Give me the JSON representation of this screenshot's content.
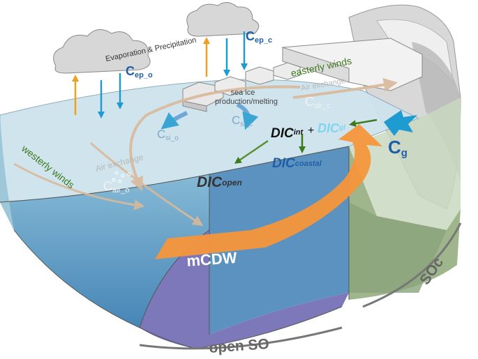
{
  "labels": {
    "evaporation_precipitation": "Evaporation & Precipitation",
    "cep_o_main": "C",
    "cep_o_sub": "ep_o",
    "cep_c_main": "C",
    "cep_c_sub": "ep_c",
    "easterly_winds": "easterly winds",
    "westerly_winds": "westerly winds",
    "air_exchange_coastal": "Air exchange",
    "air_exchange_open": "Air exchange",
    "cair_c_main": "C",
    "cair_c_sub": "air_c",
    "cair_o_main": "C",
    "cair_o_sub": "air_o",
    "sea_ice_line1": "sea ice",
    "sea_ice_line2": "production/melting",
    "csi_o_main": "C",
    "csi_o_sub": "si_o",
    "csi_c_main": "C",
    "csi_c_sub": "si_c",
    "dic_int_main": "DIC",
    "dic_int_sub": "int",
    "plus": "+",
    "dic_gl_main": "DIC",
    "dic_gl_sub": "gl",
    "dic_open_main": "DIC",
    "dic_open_sub": "open",
    "dic_coastal_main": "DIC",
    "dic_coastal_sub": "coastal",
    "cg_main": "C",
    "cg_sub": "g",
    "mcdw": "mCDW",
    "open_so": "open SO",
    "soc": "SOc"
  },
  "colors": {
    "ocean_surface": "#cfe3ea",
    "ocean_side_front": "#4f8fbd",
    "ocean_deep_purple": "#7b7ab8",
    "cloud": "#d6d6d6",
    "wind_arrow": "#d9b99a",
    "mcdw_arrow": "#f59a3c",
    "blue_arrow": "#1e9bd0",
    "orange_arrow": "#f0a020",
    "label_blue": "#1f5fa8",
    "label_green": "#3d7a1e",
    "label_gray": "#b0b0b0",
    "shelf_green": "#8fa77a",
    "land_gray": "#c8c8c8"
  }
}
